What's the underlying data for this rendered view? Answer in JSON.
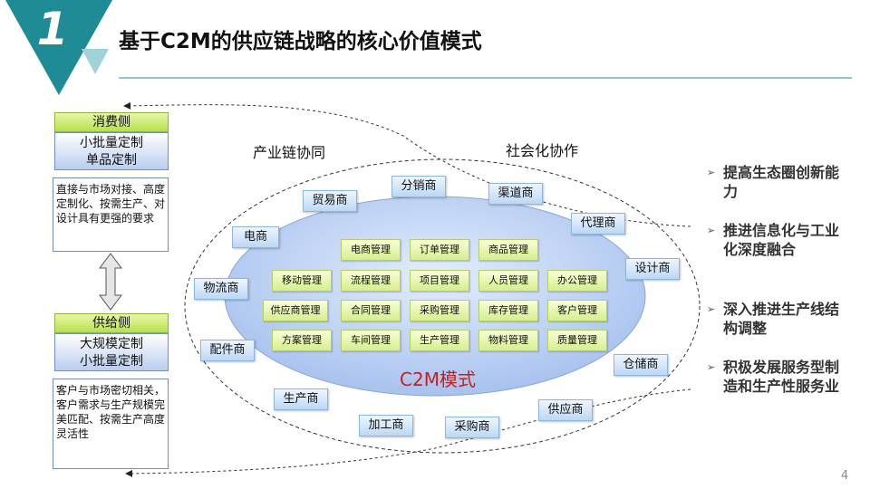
{
  "slide": {
    "number": "1",
    "title": "基于C2M的供应链战略的核心价值模式",
    "page_number": "4"
  },
  "consumer": {
    "tag": "消费侧",
    "mode_line1": "小批量定制",
    "mode_line2": "单品定制",
    "description": "直接与市场对接、高度定制化、按需生产、对设计具有更强的要求"
  },
  "supply": {
    "tag": "供给侧",
    "mode_line1": "大规模定制",
    "mode_line2": "小批量定制",
    "description": "客户与市场密切相关，客户需求与生产规模完美匹配、按需生产高度灵活性"
  },
  "diagram": {
    "label_industry": "产业链协同",
    "label_social": "社会化协作",
    "center_label": "C2M模式",
    "partners": [
      "分销商",
      "贸易商",
      "渠道商",
      "代理商",
      "电商",
      "设计商",
      "物流商",
      "配件商",
      "仓储商",
      "生产商",
      "供应商",
      "加工商",
      "采购商"
    ],
    "modules": [
      [
        "电商管理",
        "订单管理",
        "商品管理"
      ],
      [
        "移动管理",
        "流程管理",
        "项目管理",
        "人员管理",
        "办公管理"
      ],
      [
        "供应商管理",
        "合同管理",
        "采购管理",
        "库存管理",
        "客户管理"
      ],
      [
        "方案管理",
        "车间管理",
        "生产管理",
        "物料管理",
        "质量管理"
      ]
    ]
  },
  "bullets": [
    "提高生态圈创新能力",
    "推进信息化与工业化深度融合",
    "深入推进生产线结构调整",
    "积极发展服务型制造和生产性服务业"
  ],
  "colors": {
    "teal_corner": "#1e8b95",
    "consumer_tag": "#c6e86a",
    "ellipse_fill": "#c6d8f6",
    "c2m_red": "#c81e1e",
    "rule_line": "#2a8a92"
  }
}
